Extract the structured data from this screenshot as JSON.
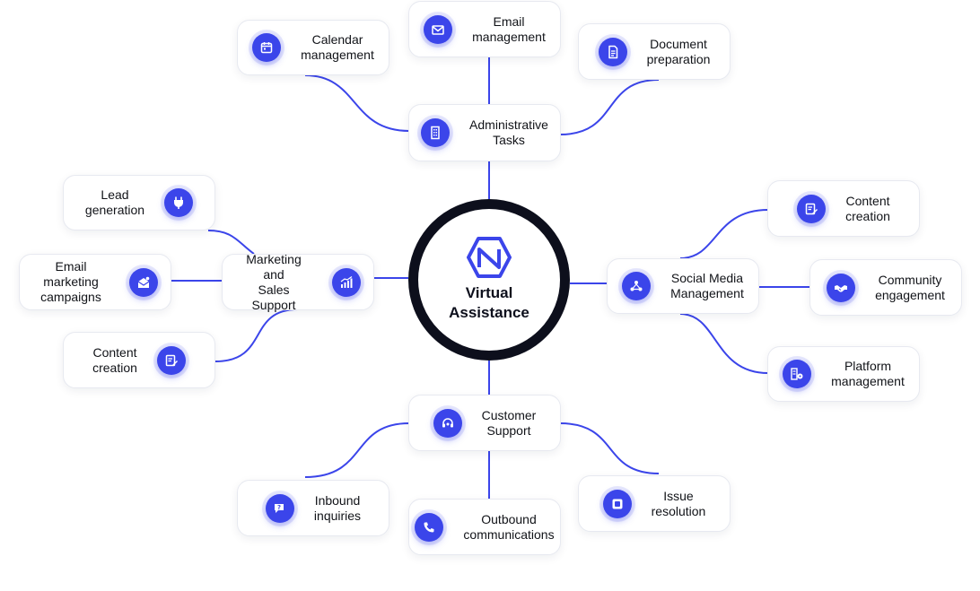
{
  "center": {
    "title": "Virtual\nAssistance",
    "logo_icon": "hexagon-n-logo"
  },
  "colors": {
    "accent": "#3b45ea",
    "ring": "#0d0f1c",
    "line": "#3b45ea"
  },
  "branches": {
    "admin": {
      "label": "Administrative\nTasks",
      "icon": "building-icon",
      "children": [
        {
          "label": "Calendar\nmanagement",
          "icon": "calendar-icon"
        },
        {
          "label": "Email\nmanagement",
          "icon": "envelope-icon"
        },
        {
          "label": "Document\npreparation",
          "icon": "document-icon"
        }
      ]
    },
    "social": {
      "label": "Social Media\nManagement",
      "icon": "network-icon",
      "children": [
        {
          "label": "Content\ncreation",
          "icon": "edit-doc-icon"
        },
        {
          "label": "Community\nengagement",
          "icon": "handshake-icon"
        },
        {
          "label": "Platform\nmanagement",
          "icon": "platform-icon"
        }
      ]
    },
    "support": {
      "label": "Customer\nSupport",
      "icon": "headset-icon",
      "children": [
        {
          "label": "Inbound\ninquiries",
          "icon": "chat-question-icon"
        },
        {
          "label": "Outbound\ncommunications",
          "icon": "phone-icon"
        },
        {
          "label": "Issue\nresolution",
          "icon": "square-check-icon"
        }
      ]
    },
    "marketing": {
      "label": "Marketing and\nSales Support",
      "icon": "chart-icon",
      "children": [
        {
          "label": "Lead\ngeneration",
          "icon": "funnel-icon"
        },
        {
          "label": "Email marketing\ncampaigns",
          "icon": "mail-open-icon"
        },
        {
          "label": "Content\ncreation",
          "icon": "edit-doc-icon"
        }
      ]
    }
  }
}
